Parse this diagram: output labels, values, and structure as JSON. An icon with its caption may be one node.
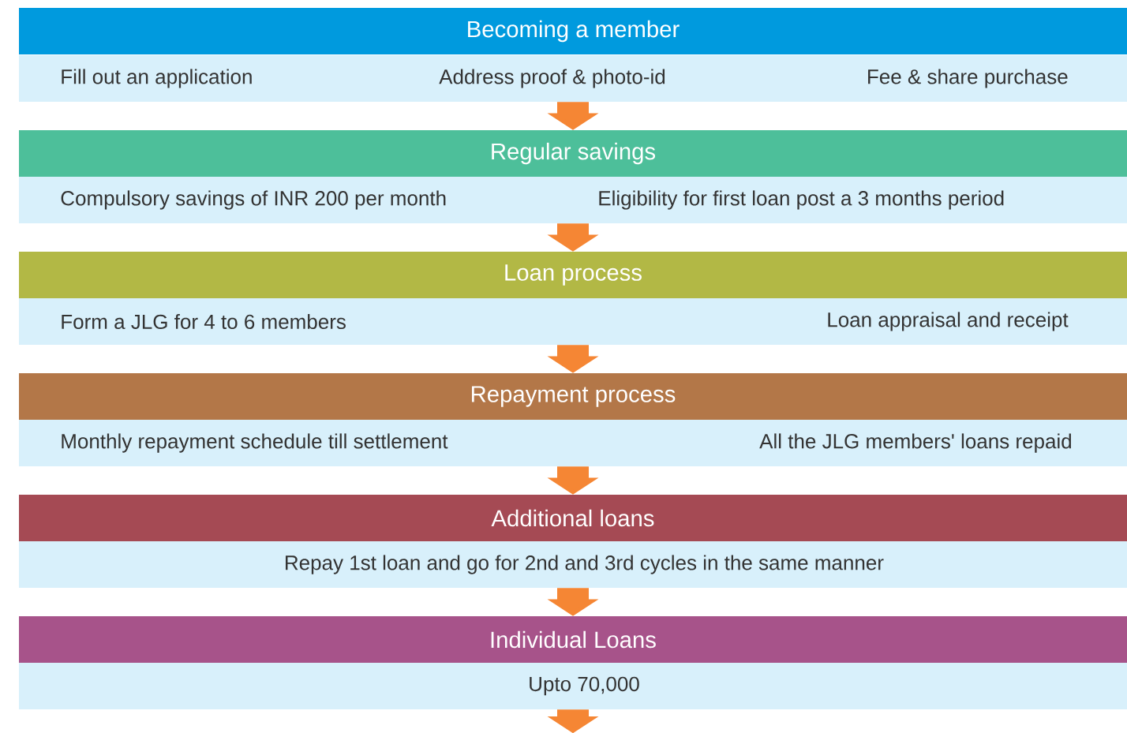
{
  "diagram": {
    "nodes": [
      {
        "text": [
          "Becoming a member"
        ]
      },
      {
        "text": [
          "Fill out an application",
          "Address proof & photo-id",
          "Fee & share purchase"
        ]
      },
      {
        "text": [
          "Regular savings"
        ]
      },
      {
        "text": [
          "Compulsory savings of INR 200 per month",
          "Eligibility for first loan post a 3 months period"
        ]
      },
      {
        "text": [
          "Loan process"
        ]
      },
      {
        "text": [
          "Form a JLG for 4 to 6 members",
          "Loan appraisal and receipt"
        ]
      },
      {
        "text": [
          "Repayment process"
        ]
      },
      {
        "text": [
          "Monthly repayment schedule till settlement",
          "All the JLG members' loans repaid"
        ]
      },
      {
        "text": [
          "Additional loans"
        ]
      },
      {
        "text": [
          "Repay 1st loan and go for 2nd and 3rd cycles in the same manner"
        ]
      },
      {
        "text": [
          "Individual Loans"
        ]
      },
      {
        "text": [
          "Upto 70,000"
        ]
      }
    ],
    "edges": [
      {
        "from": 1,
        "to": 2,
        "arrow": "to"
      },
      {
        "from": 3,
        "to": 4,
        "arrow": "to"
      },
      {
        "from": 5,
        "to": 6,
        "arrow": "to"
      },
      {
        "from": 7,
        "to": 8,
        "arrow": "to"
      },
      {
        "from": 9,
        "to": 10,
        "arrow": "to"
      },
      {
        "from": 11,
        "to": null,
        "arrow": "to"
      }
    ]
  }
}
